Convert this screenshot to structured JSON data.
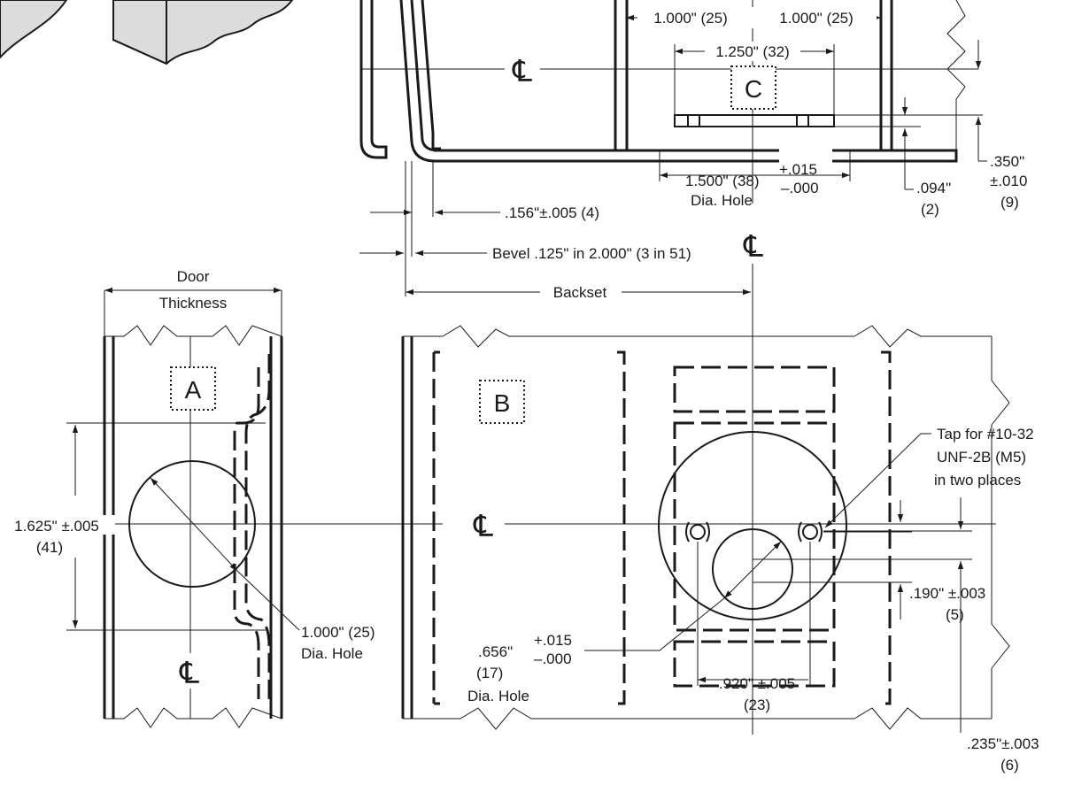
{
  "views": {
    "a": {
      "tag": "A"
    },
    "b": {
      "tag": "B"
    },
    "c": {
      "tag": "C"
    }
  },
  "centerline_symbol": "℄",
  "dimensions": {
    "top_left_1000": "1.000\" (25)",
    "top_right_1000": "1.000\" (25)",
    "width_1250": "1.250\" (32)",
    "hole_1500": "1.500\" (38)",
    "tol_plus_015_top": "+.015",
    "tol_minus_000_top": "–.000",
    "dia_hole_top": "Dia. Hole",
    "thick_094": ".094\"",
    "thick_094_mm": "(2)",
    "height_350": ".350\"",
    "height_350_tol": "±.010",
    "height_350_mm": "(9)",
    "edge_156": ".156\"±.005 (4)",
    "bevel": "Bevel .125\" in 2.000\" (3 in 51)",
    "backset": "Backset",
    "door_thickness_1": "Door",
    "door_thickness_2": "Thickness",
    "vert_1625": "1.625\" ±.005",
    "vert_1625_mm": "(41)",
    "hole_1000": "1.000\" (25)",
    "dia_hole_left": "Dia. Hole",
    "hole_656": ".656\"",
    "hole_656_mm": "(17)",
    "tol_plus_015_mid": "+.015",
    "tol_minus_000_mid": "–.000",
    "dia_hole_mid": "Dia. Hole",
    "tap_1": "Tap for #10-32",
    "tap_2": "UNF-2B (M5)",
    "tap_3": "in two places",
    "offset_190": ".190\" ±.003",
    "offset_190_mm": "(5)",
    "spacing_920": ".920\" ±.005",
    "spacing_920_mm": "(23)",
    "offset_235": ".235\"±.003",
    "offset_235_mm": "(6)"
  }
}
